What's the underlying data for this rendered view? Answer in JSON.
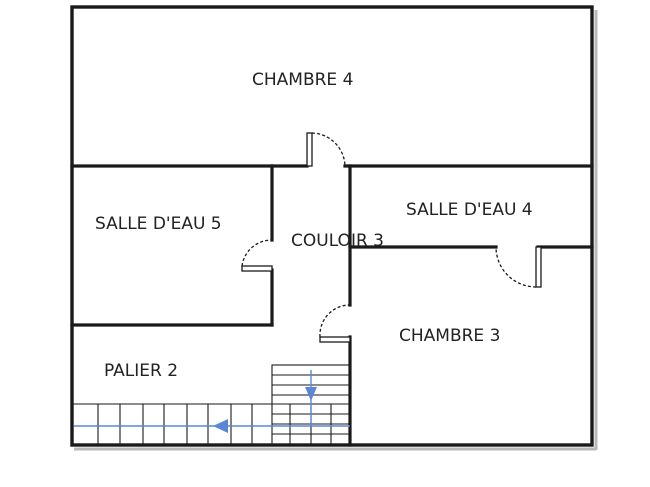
{
  "plan": {
    "rooms": {
      "chambre4": "CHAMBRE 4",
      "salle_eau5": "SALLE D'EAU 5",
      "couloir3": "COULOIR 3",
      "salle_eau4": "SALLE D'EAU 4",
      "chambre3": "CHAMBRE 3",
      "palier2": "PALIER 2"
    },
    "colors": {
      "walls": "#1a1a1a",
      "stair_direction": "#5b86d8"
    }
  }
}
